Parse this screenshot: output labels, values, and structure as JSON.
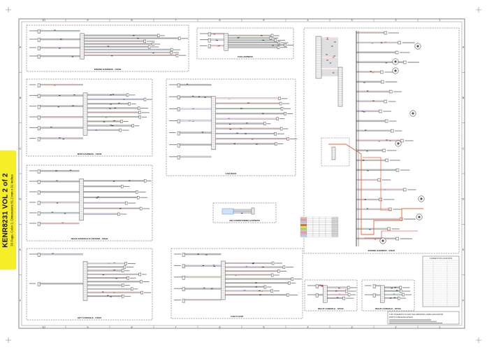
{
  "document": {
    "side_tab": {
      "title": "KENR8231 VOL 2 of 2",
      "subtitle": "33 Page, Color 2, Dimensions 81.2 mm x 91 Inches"
    },
    "border": {
      "columns": [
        "10",
        "9",
        "8",
        "7",
        "6",
        "5",
        "4",
        "3",
        "2",
        "1"
      ],
      "rows": [
        "A",
        "B",
        "C",
        "D",
        "E",
        "F"
      ]
    },
    "section_titles": [
      "ENGINE HARNESS - CRAB",
      "CAB HARNESS",
      "MAIN HARNESS - CRAB",
      "CAB ROOF",
      "ENGINE HARNESS - STICK",
      "REAR CONSOLE PLATFORM - CRAB",
      "AIR CONDITIONING HARNESS",
      "LEFT CONSOLE - STICK",
      "CAB FLOOR",
      "RIGHT CONSOLE - STICK",
      "CONNECTOR LOCATIONS"
    ],
    "notes": {
      "note_line_1": "THIS SCHEMATIC IS FOR THE 345D/345D L/345DL EXCAVATOR",
      "note_line_2": "PARTS & RELEASE LEVELS"
    },
    "colors": {
      "side_tab_bg": "#f7ee2a",
      "wire_dark": "#222222",
      "wire_orange": "#e8633a",
      "wire_red": "#d62b2b",
      "wire_blue": "#4a7fd6",
      "wire_pink": "#e58ab0",
      "wire_purple": "#8a4fb5",
      "wire_green": "#3a9a4f",
      "frame": "#333333"
    }
  }
}
